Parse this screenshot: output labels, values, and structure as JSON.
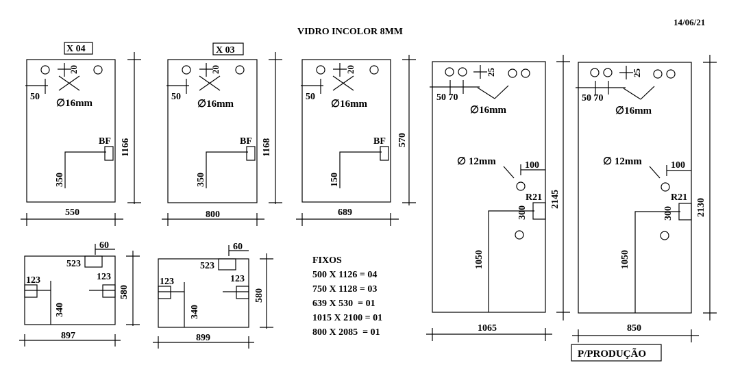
{
  "title": "VIDRO INCOLOR 8MM",
  "date": "14/06/21",
  "footer_label": "P/PRODUÇÃO",
  "fixos": {
    "heading": "FIXOS",
    "lines": [
      "500 X 1126 = 04",
      "750 X 1128 = 03",
      "639 X 530  = 01",
      "1015 X 2100 = 01",
      "800 X 2085  = 01"
    ]
  },
  "pieces": {
    "p1": {
      "qty": "X 04",
      "top_dim": "20",
      "left_dim": "50",
      "hole": "∅16mm",
      "bf": "BF",
      "height": "1166",
      "inner": "350",
      "width": "550"
    },
    "p2": {
      "qty": "X 03",
      "top_dim": "20",
      "left_dim": "50",
      "hole": "∅16mm",
      "bf": "BF",
      "height": "1168",
      "inner": "350",
      "width": "800"
    },
    "p3": {
      "top_dim": "20",
      "left_dim": "50",
      "hole": "∅16mm",
      "bf": "BF",
      "height": "570",
      "inner": "150",
      "width": "689"
    },
    "p4": {
      "top_dim": "25",
      "left_dim": "50 70",
      "hole": "∅16mm",
      "hole2": "∅ 12mm",
      "dim100": "100",
      "r": "R21",
      "dim300": "300",
      "height": "2145",
      "inner": "1050",
      "width": "1065"
    },
    "p5": {
      "top_dim": "25",
      "left_dim": "50 70",
      "hole": "∅16mm",
      "hole2": "∅ 12mm",
      "dim100": "100",
      "r": "R21",
      "dim300": "300",
      "height": "2130",
      "inner": "1050",
      "width": "850"
    },
    "p6": {
      "notch": "60",
      "notch_pos": "523",
      "left": "123",
      "right": "123",
      "inner": "340",
      "height": "580",
      "width": "897"
    },
    "p7": {
      "notch": "60",
      "notch_pos": "523",
      "left": "123",
      "right": "123",
      "inner": "340",
      "height": "580",
      "width": "899"
    }
  }
}
